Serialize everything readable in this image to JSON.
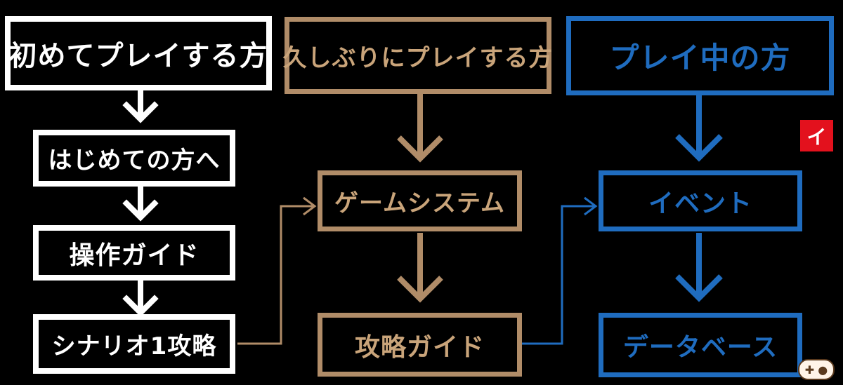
{
  "columns": {
    "first": {
      "header": "初めてプレイする方",
      "steps": [
        "はじめての方へ",
        "操作ガイド",
        "シナリオ1攻略"
      ],
      "color": "#ffffff"
    },
    "returning": {
      "header": "久しぶりにプレイする方",
      "steps": [
        "ゲームシステム",
        "攻略ガイド"
      ],
      "color": "#b08c68"
    },
    "playing": {
      "header": "プレイ中の方",
      "steps": [
        "イベント",
        "データベース"
      ],
      "color": "#1f6cbf"
    }
  },
  "badge": {
    "label": "イ",
    "color": "#e3111d",
    "icon": "red-square-badge"
  },
  "corner_icon": {
    "icon": "gamepad-icon"
  }
}
